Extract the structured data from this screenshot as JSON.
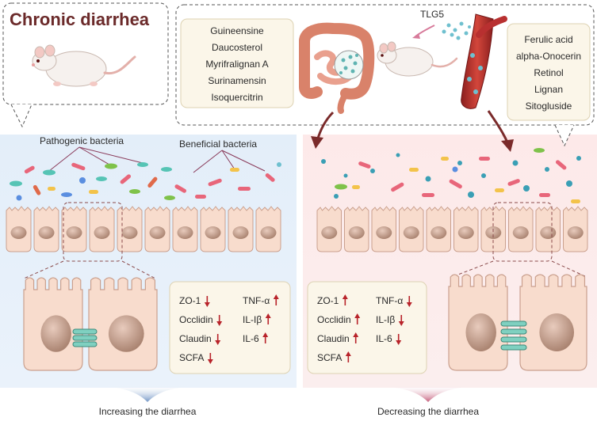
{
  "title": "Chronic diarrhea",
  "tlg5_label": "TLG5",
  "compounds_left": [
    "Guineensine",
    "Daucosterol",
    "Myrifralignan A",
    "Surinamensin",
    "Isoquercitrin"
  ],
  "compounds_right": [
    "Ferulic acid",
    "alpha-Onocerin",
    "Retinol",
    "Lignan",
    "Sitogluside"
  ],
  "pathogenic_label": "Pathogenic bacteria",
  "beneficial_label": "Beneficial bacteria",
  "left_markers": {
    "col1": [
      {
        "name": "ZO-1",
        "dir": "down"
      },
      {
        "name": "Occlidin",
        "dir": "down"
      },
      {
        "name": "Claudin",
        "dir": "down"
      },
      {
        "name": "SCFA",
        "dir": "down"
      }
    ],
    "col2": [
      {
        "name": "TNF-α",
        "dir": "up"
      },
      {
        "name": "IL-Iβ",
        "dir": "up"
      },
      {
        "name": "IL-6",
        "dir": "up"
      }
    ]
  },
  "right_markers": {
    "col1": [
      {
        "name": "ZO-1",
        "dir": "up"
      },
      {
        "name": "Occlidin",
        "dir": "up"
      },
      {
        "name": "Claudin",
        "dir": "up"
      },
      {
        "name": "SCFA",
        "dir": "up"
      }
    ],
    "col2": [
      {
        "name": "TNF-α",
        "dir": "down"
      },
      {
        "name": "IL-Iβ",
        "dir": "down"
      },
      {
        "name": "IL-6",
        "dir": "down"
      }
    ]
  },
  "left_outcome": "Increasing the diarrhea",
  "right_outcome": "Decreasing the diarrhea",
  "colors": {
    "title": "#6b2a2a",
    "arrow": "#b8232a",
    "left_bg": "#dcebf8",
    "right_bg": "#fbe4e4",
    "cell_fill": "#f6d6c8",
    "nucleus": "#b48a78",
    "dark_arrow": "#7a2a2a",
    "left_funnel": "#7a9cc8",
    "right_funnel": "#c2607c"
  }
}
